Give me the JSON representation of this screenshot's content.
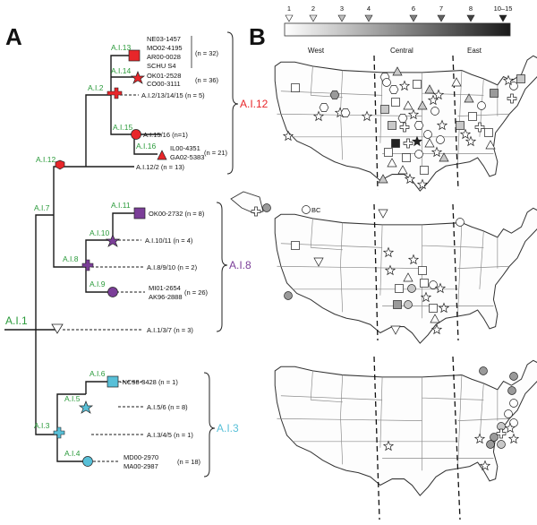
{
  "panels": {
    "a": "A",
    "b": "B"
  },
  "colors": {
    "ai12": "#e8262a",
    "ai8": "#7b3e98",
    "ai3": "#58c0d8",
    "node_label": "#2a9a3a",
    "open": "#ffffff",
    "light_gray": "#c8c8c8",
    "mid_gray": "#9a9a9a",
    "dark": "#222222"
  },
  "tree": {
    "root": "A.I.1",
    "nodes": {
      "n13": "A.I.13",
      "n14": "A.I.14",
      "n2": "A.I.2",
      "n15": "A.I.15",
      "n16": "A.I.16",
      "n12": "A.I.12",
      "n7": "A.I.7",
      "n11": "A.I.11",
      "n10": "A.I.10",
      "n8": "A.I.8",
      "n9": "A.I.9",
      "n6": "A.I.6",
      "n5": "A.I.5",
      "n3": "A.I.3",
      "n4": "A.I.4"
    },
    "leaves": {
      "l13a": "NE03-1457",
      "l13b": "MO02-4195",
      "l13c": "AR00-0028",
      "l13d": "SCHU S4",
      "l13n": "(n = 32)",
      "l14a": "OK01-2528",
      "l14b": "CO00-3111",
      "l14n": "(n = 36)",
      "l2": "A.I.2/13/14/15 (n = 5)",
      "l15": "A.I.15/16 (n=1)",
      "l16a": "IL00-4351",
      "l16b": "GA02-5383",
      "l16n": "(n = 21)",
      "l12": "A.I.12/2 (n = 13)",
      "l11": "OK00-2732 (n = 8)",
      "l10": "A.I.10/11 (n = 4)",
      "l8": "A.I.8/9/10 (n = 2)",
      "l9a": "MI01-2654",
      "l9b": "AK96-2888",
      "l9n": "(n = 26)",
      "l1": "A.I.1/3/7 (n = 3)",
      "l6": "-NC98-3428 (n = 1)",
      "l5": "A.I.5/6 (n = 8)",
      "l3": "A.I.3/4/5 (n = 1)",
      "l4a": "MD00-2970",
      "l4b": "MA00-2987",
      "l4n": "(n = 18)"
    },
    "groups": {
      "g12": "A.I.12",
      "g8": "A.I.8",
      "g3": "A.I.3"
    }
  },
  "legend": {
    "ticks": [
      "1",
      "2",
      "3",
      "4",
      "6",
      "7",
      "8",
      "10–15"
    ]
  },
  "maps": {
    "regions": {
      "west": "West",
      "central": "Central",
      "east": "East"
    },
    "bc_label": "BC"
  }
}
